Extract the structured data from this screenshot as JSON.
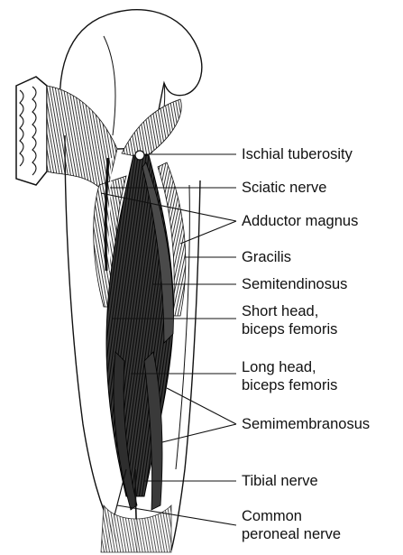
{
  "figure": {
    "labels": {
      "ischial_tuberosity": "Ischial tuberosity",
      "sciatic_nerve": "Sciatic nerve",
      "adductor_magnus": "Adductor magnus",
      "gracilis": "Gracilis",
      "semitendinosus": "Semitendinosus",
      "short_head_line1": "Short head,",
      "short_head_line2": "biceps femoris",
      "long_head_line1": "Long head,",
      "long_head_line2": "biceps femoris",
      "semimembranosus": "Semimembranosus",
      "tibial_nerve": "Tibial nerve",
      "common_peroneal_line1": "Common",
      "common_peroneal_line2": "peroneal nerve"
    },
    "colors": {
      "ink": "#111111",
      "muscle_dark": "#2a2a2a",
      "background": "#ffffff"
    }
  }
}
